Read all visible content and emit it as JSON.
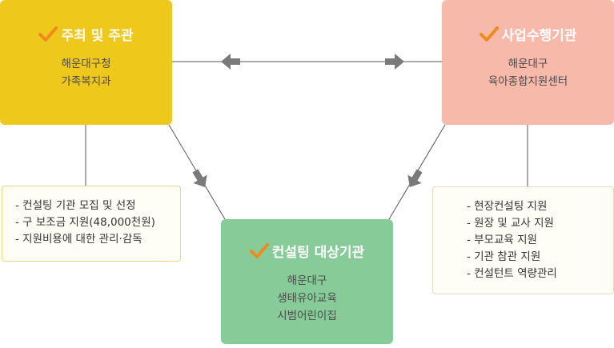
{
  "host": {
    "title": "주최 및 주관",
    "lines": [
      "해운대구청",
      "가족복지과"
    ],
    "tasks": [
      "- 컨설팅 기관 모집 및 선정",
      "- 구 보조금 지원(48,000천원)",
      "- 지원비용에 대한 관리·감독"
    ]
  },
  "executor": {
    "title": "사업수행기관",
    "lines": [
      "해운대구",
      "육아종합지원센터"
    ],
    "tasks": [
      "- 현장컨설팅 지원",
      "- 원장 및 교사 지원",
      "- 부모교육 지원",
      "- 기관 참관 지원",
      "- 컨설턴트 역량관리"
    ]
  },
  "target": {
    "title": "컨설팅 대상기관",
    "lines": [
      "해운대구",
      "생태유아교육",
      "시범어린이집"
    ]
  },
  "colors": {
    "host": "#eec81b",
    "executor": "#f7b9aa",
    "target": "#86cb98",
    "check": "#f08a1c",
    "connector": "#555555",
    "arrow": "#7a7a7a"
  },
  "icons": {
    "check": "checkmark-icon",
    "arrow": "block-arrow-icon"
  }
}
